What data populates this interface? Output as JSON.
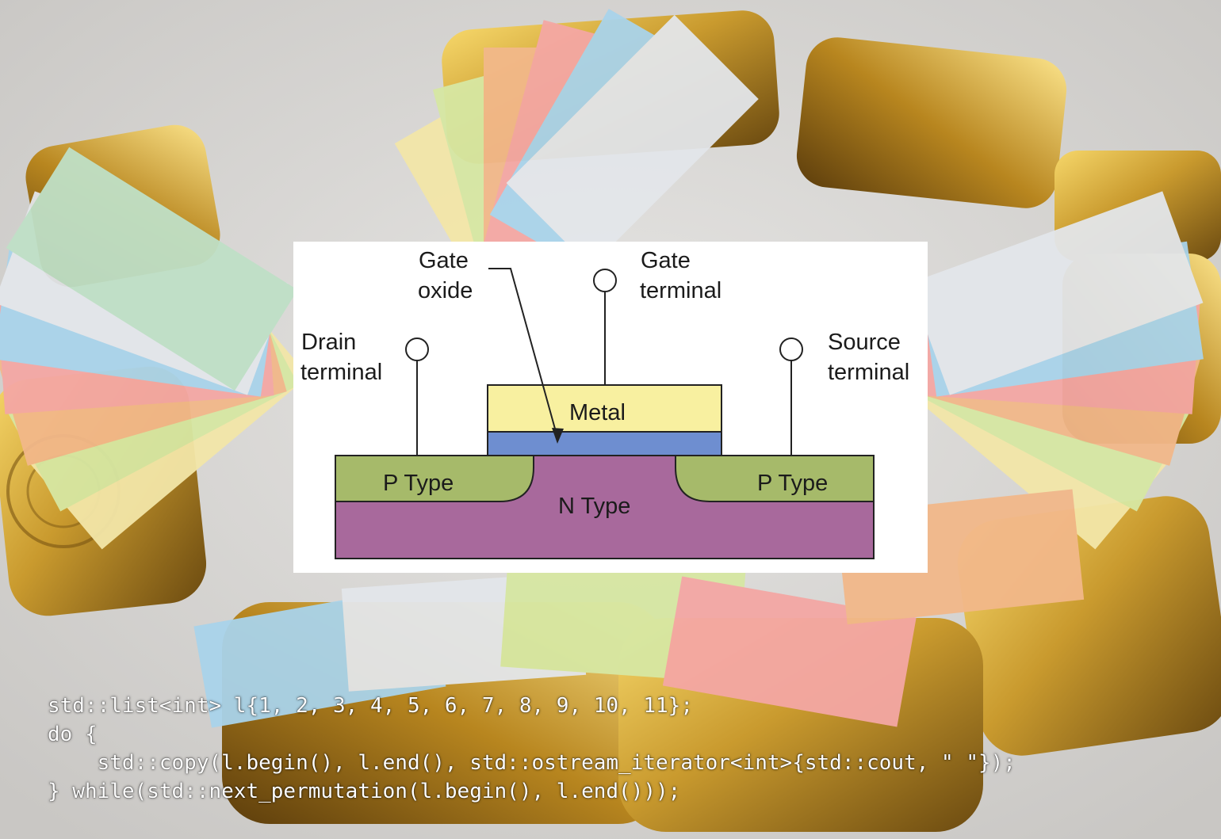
{
  "diagram": {
    "labels": {
      "gate_oxide_line1": "Gate",
      "gate_oxide_line2": "oxide",
      "gate_terminal_line1": "Gate",
      "gate_terminal_line2": "terminal",
      "drain_terminal_line1": "Drain",
      "drain_terminal_line2": "terminal",
      "source_terminal_line1": "Source",
      "source_terminal_line2": "terminal",
      "metal": "Metal",
      "p_type_left": "P Type",
      "p_type_right": "P Type",
      "n_type": "N Type"
    },
    "colors": {
      "metal": "#f8f0a0",
      "oxide": "#6e8ed0",
      "p_type": "#a6ba6a",
      "n_type": "#a8699c",
      "panel": "#ffffff",
      "gold": "#c99a2e",
      "background": "#d9d8d6"
    }
  },
  "code": {
    "line1": "std::list<int> l{1, 2, 3, 4, 5, 6, 7, 8, 9, 10, 11};",
    "line2": "do {",
    "line3": "    std::copy(l.begin(), l.end(), std::ostream_iterator<int>{std::cout, \" \"});",
    "line4": "} while(std::next_permutation(l.begin(), l.end()));"
  }
}
